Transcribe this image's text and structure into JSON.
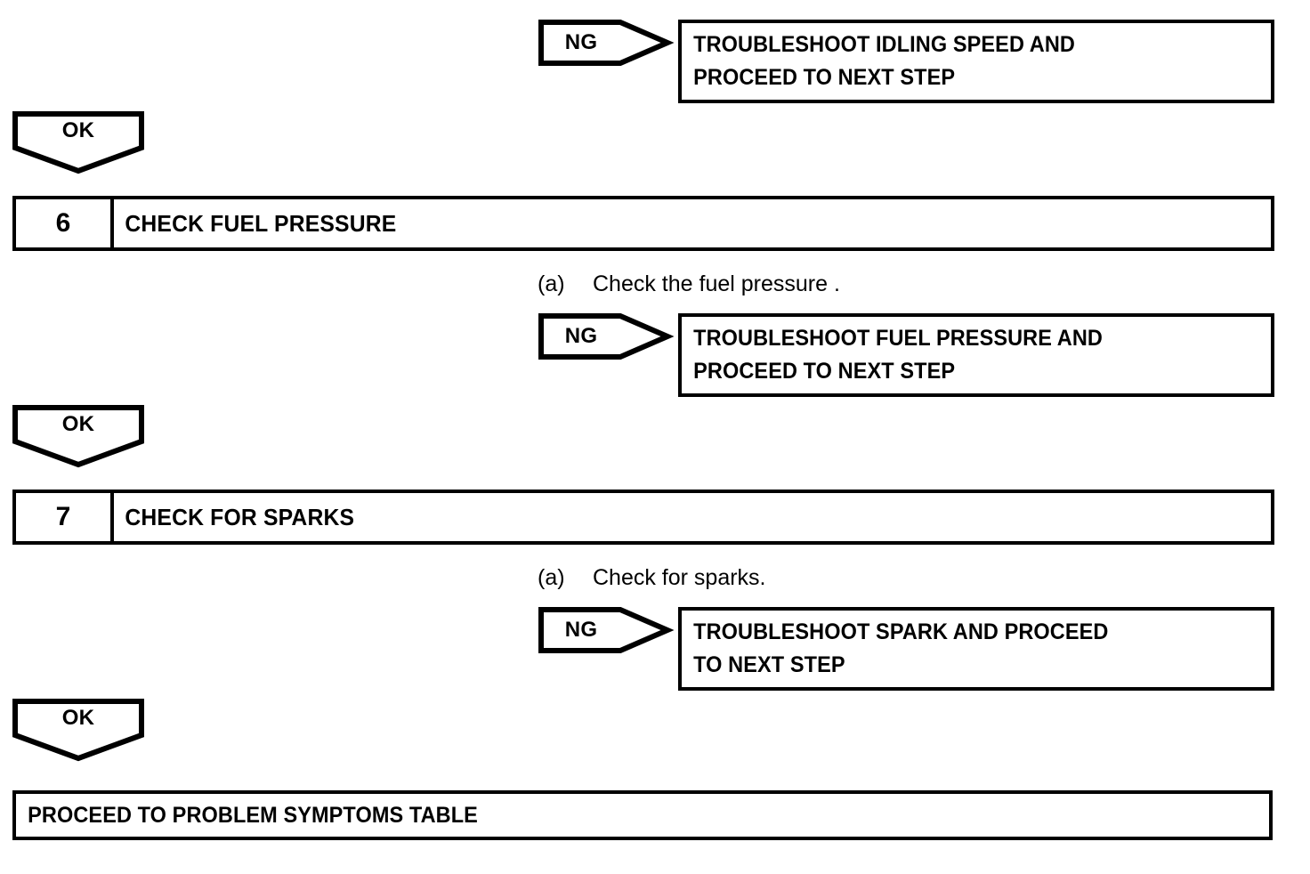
{
  "document": {
    "kind": "troubleshooting-flow-chart",
    "ink_color": "#000000",
    "background_color": "#ffffff"
  },
  "labels": {
    "ng": "NG",
    "ok": "OK"
  },
  "nodes": {
    "ng_result_1": {
      "tag": "NG",
      "text": "TROUBLESHOOT IDLING SPEED AND\nPROCEED TO NEXT STEP"
    },
    "ok_connector_1": {
      "tag": "OK"
    },
    "step_6": {
      "number": "6",
      "title": "CHECK FUEL PRESSURE",
      "substeps": [
        {
          "marker": "(a)",
          "text": "Check the fuel pressure ."
        }
      ]
    },
    "ng_result_2": {
      "tag": "NG",
      "text": "TROUBLESHOOT FUEL PRESSURE AND\nPROCEED TO NEXT STEP"
    },
    "ok_connector_2": {
      "tag": "OK"
    },
    "step_7": {
      "number": "7",
      "title": "CHECK FOR SPARKS",
      "substeps": [
        {
          "marker": "(a)",
          "text": "Check for sparks."
        }
      ]
    },
    "ng_result_3": {
      "tag": "NG",
      "text": "TROUBLESHOOT SPARK AND PROCEED\nTO NEXT STEP"
    },
    "ok_connector_3": {
      "tag": "OK"
    },
    "final_result": {
      "text": "PROCEED TO PROBLEM SYMPTOMS TABLE"
    }
  }
}
